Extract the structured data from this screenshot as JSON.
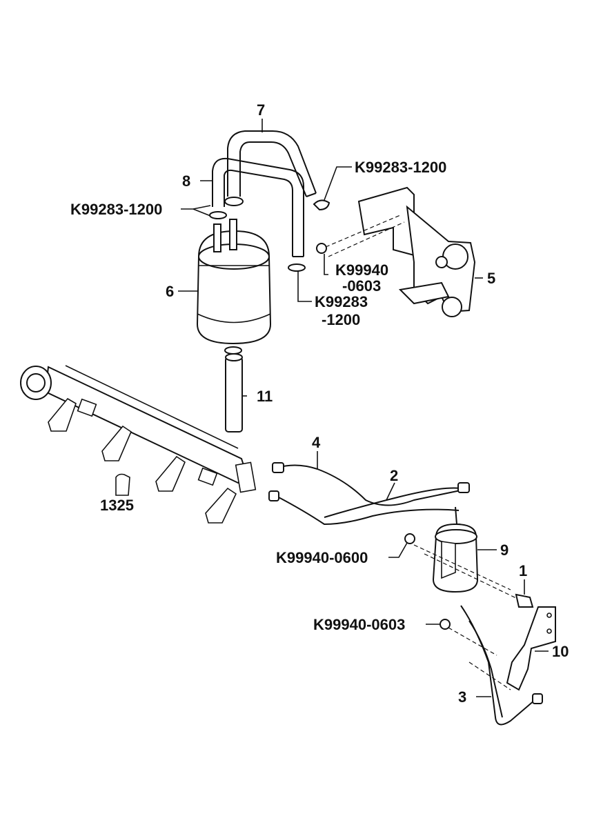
{
  "labels": {
    "p7": "7",
    "p8": "8",
    "p6": "6",
    "p5": "5",
    "p11": "11",
    "p4": "4",
    "p2": "2",
    "p9": "9",
    "p1": "1",
    "p10": "10",
    "p3": "3",
    "p1325": "1325",
    "clamp_upper_right": "K99283-1200",
    "clamp_left": "K99283-1200",
    "nut_upper_a": "K99940",
    "nut_upper_b": "-0603",
    "clamp_mid_a": "K99283",
    "clamp_mid_b": "-1200",
    "nut_lower_0600": "K99940-0600",
    "nut_lower_0603": "K99940-0603"
  }
}
